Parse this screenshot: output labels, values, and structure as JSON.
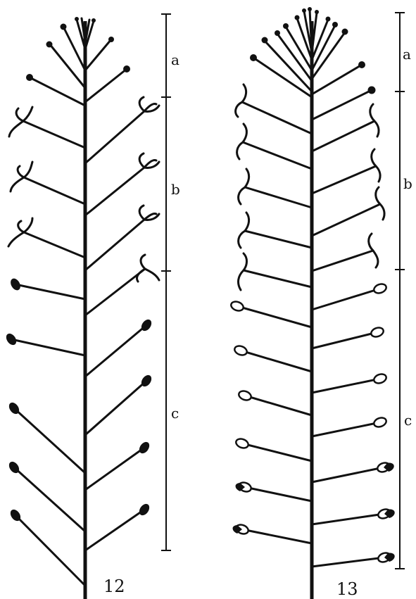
{
  "figures": [
    {
      "number": "12",
      "segments": [
        {
          "label": "a"
        },
        {
          "label": "b"
        },
        {
          "label": "c"
        }
      ]
    },
    {
      "number": "13",
      "segments": [
        {
          "label": "a"
        },
        {
          "label": "b"
        },
        {
          "label": "c"
        }
      ]
    }
  ],
  "colors": {
    "ink": "#111111",
    "paper": "#ffffff"
  }
}
